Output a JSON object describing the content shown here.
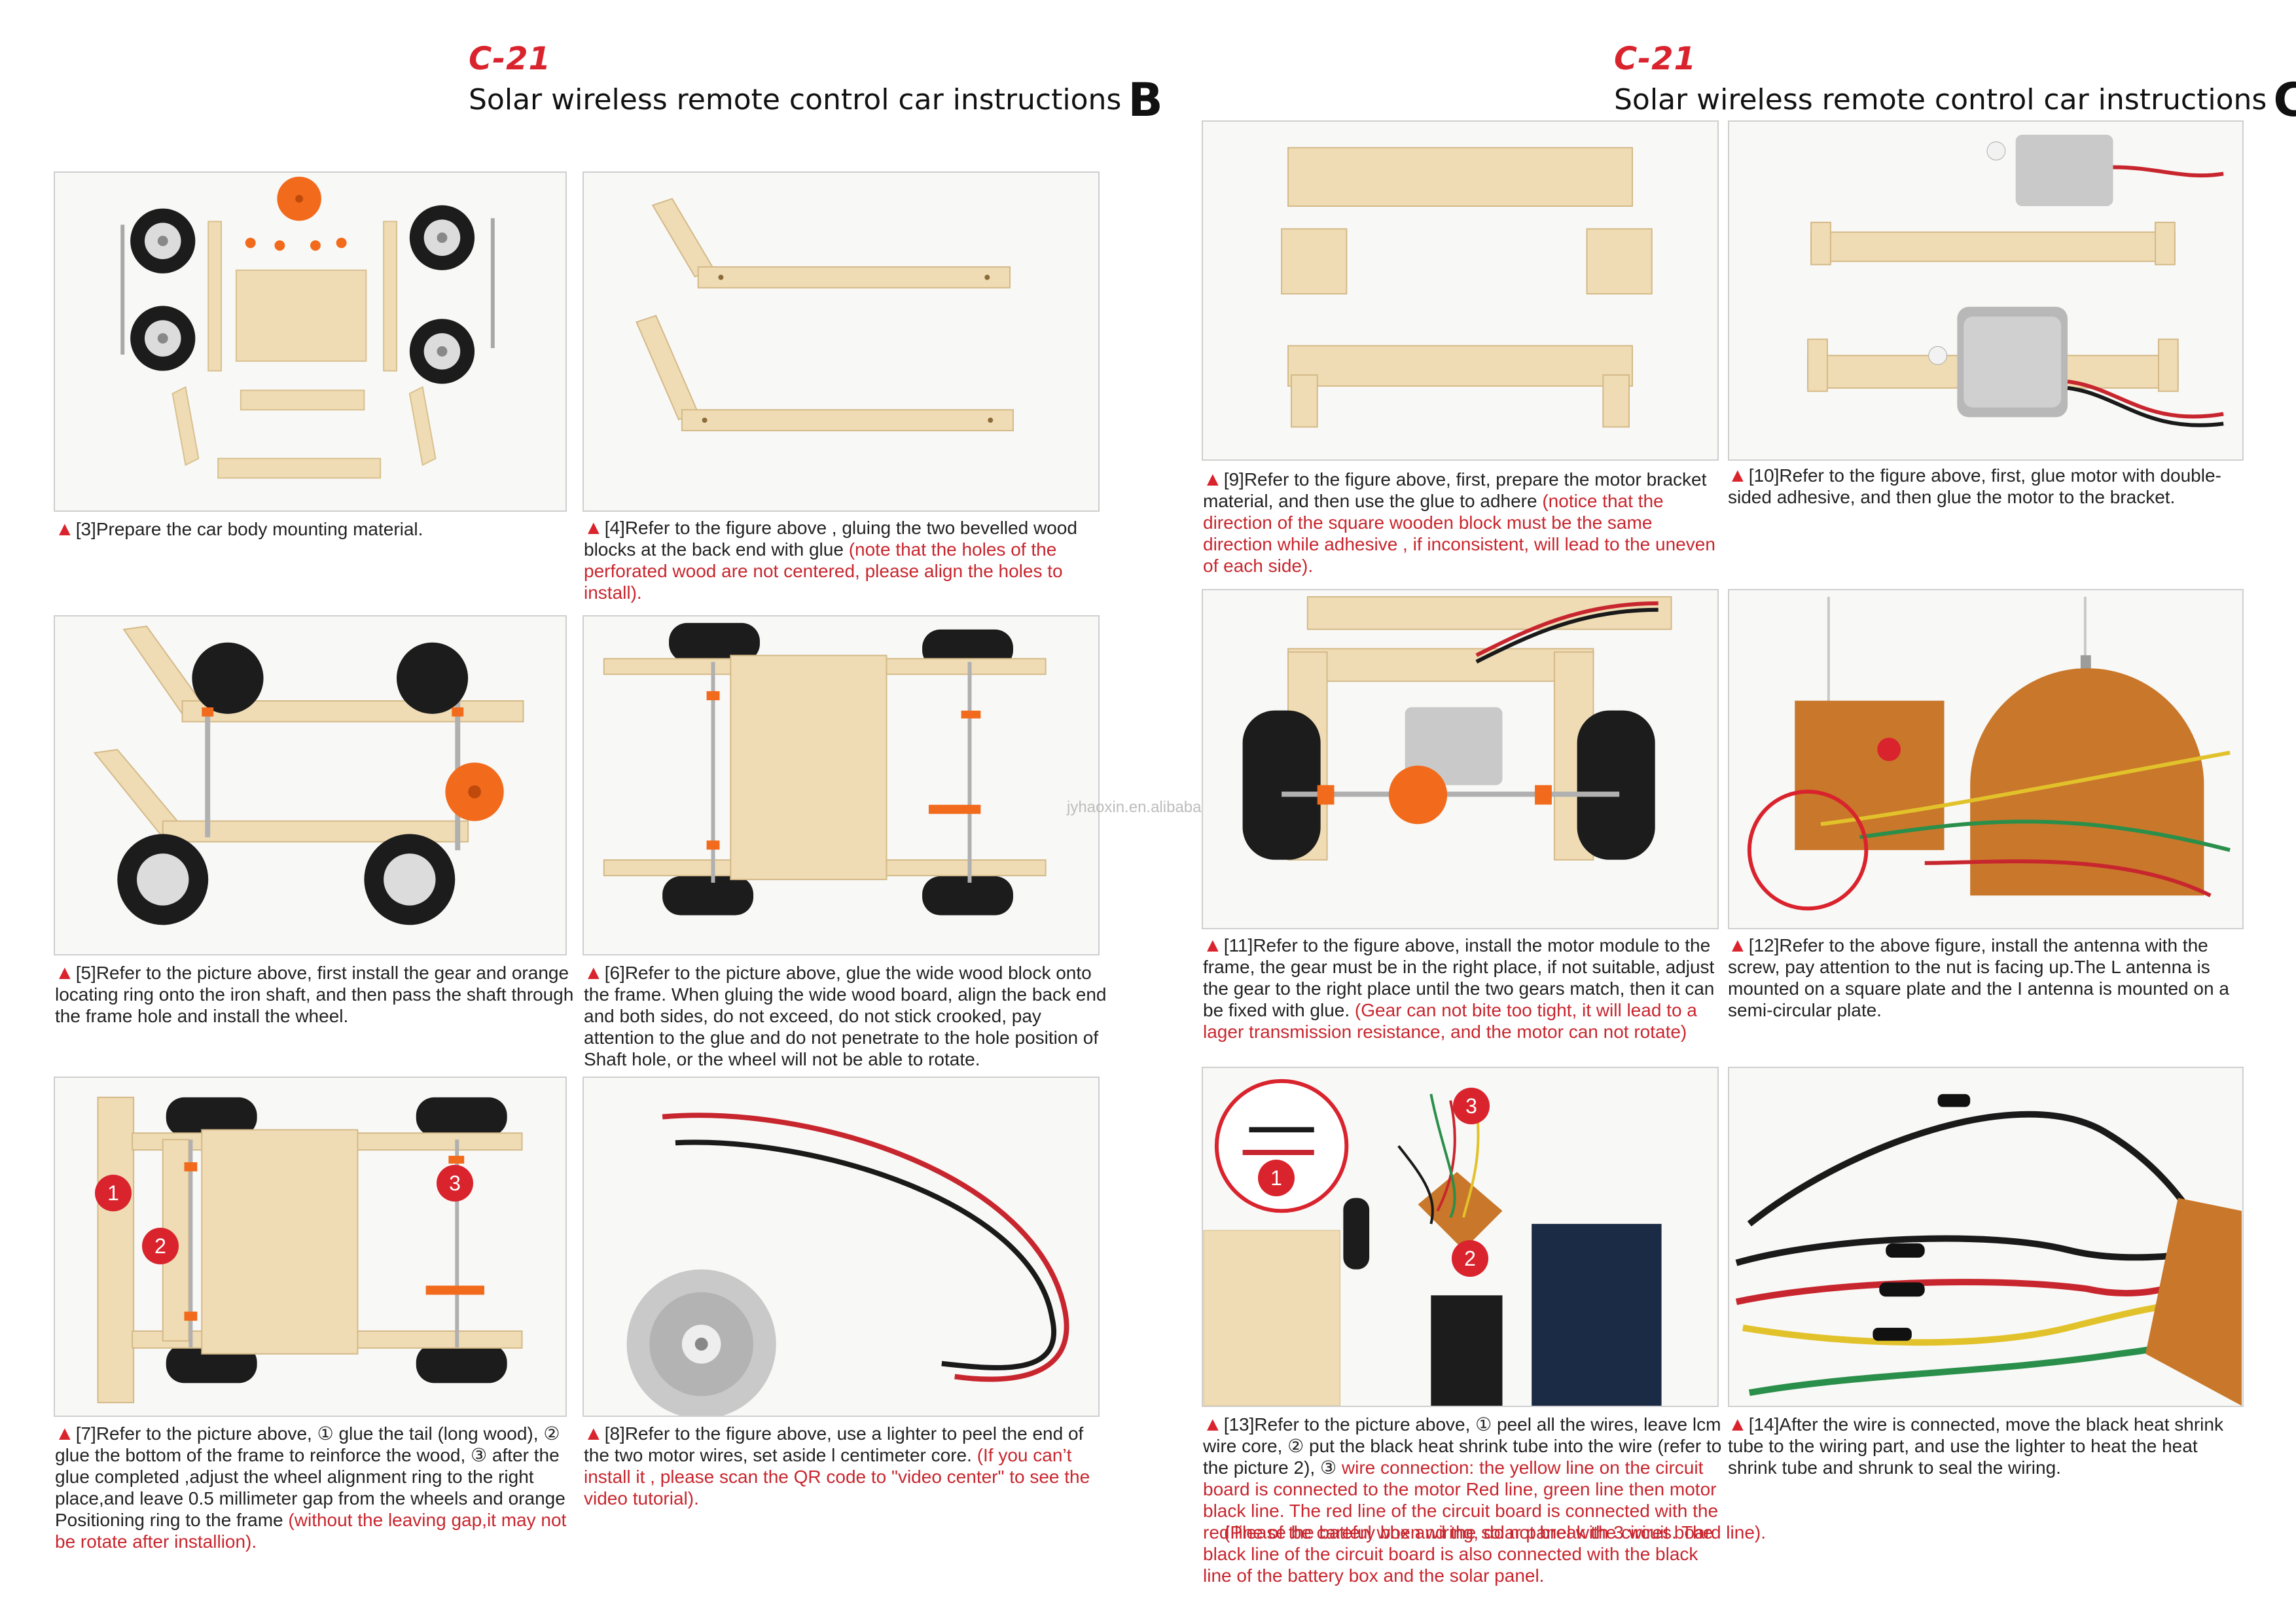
{
  "pages": {
    "left": {
      "brand": "C-21",
      "title": "Solar wireless remote control car instructions",
      "letter": "B"
    },
    "right": {
      "brand": "C-21",
      "title": "Solar wireless remote control car instructions",
      "letter": "C"
    }
  },
  "watermark": "jyhaoxin.en.alibaba.com",
  "steps": {
    "s3": {
      "text": "[3]Prepare the car body mounting material."
    },
    "s4": {
      "text": "[4]Refer to the figure above , gluing the two bevelled wood blocks at the back end with glue",
      "red": "(note that the holes of the perforated wood are not centered, please align the holes to install)."
    },
    "s5": {
      "text": "[5]Refer to the picture above, first install the gear and orange locating ring onto the iron shaft, and then pass the shaft through the frame hole and install the wheel."
    },
    "s6": {
      "text": "[6]Refer to the picture above, glue the wide wood block onto the frame. When gluing the wide wood board, align the back end and both sides, do not exceed, do not stick crooked, pay attention to the glue and do not penetrate to the hole position of Shaft hole, or the wheel will not be able to rotate."
    },
    "s7": {
      "text": "[7]Refer to the picture above, ① glue the tail (long wood), ② glue the bottom of the frame to reinforce the wood, ③ after the glue completed ,adjust the wheel alignment ring to the right place,and leave 0.5 millimeter gap from the wheels and orange Positioning ring to the frame",
      "red": "(without the leaving gap,it may not be rotate after installion)."
    },
    "s8": {
      "text": "[8]Refer to the figure above, use a lighter to peel the end of the two motor wires, set aside l centimeter core.",
      "red": "(If you can’t install it , please scan the QR code to \"video center\" to see the video tutorial)."
    },
    "s9": {
      "text": "[9]Refer to the figure above, first, prepare the motor bracket material, and then use the glue to adhere",
      "red": "(notice that the direction of the square wooden block must be the same direction while adhesive , if inconsistent, will lead to the uneven of each side)."
    },
    "s10": {
      "text": "[10]Refer to the figure above, first, glue motor with double-sided adhesive, and then glue the motor to the bracket."
    },
    "s11": {
      "text": "[11]Refer to the figure above, install the motor module to the frame, the gear must be in the right place, if not suitable, adjust the gear to the right place until the two gears match, then it can be fixed with glue.",
      "red": "(Gear can not bite too tight, it will lead to a lager transmission resistance, and the motor can not rotate)"
    },
    "s12": {
      "text": "[12]Refer to the above figure, install the antenna with the screw, pay attention to the nut is facing up.The L antenna is mounted on a square plate and the I antenna is mounted on a semi-circular plate."
    },
    "s13": {
      "text": "[13]Refer to the picture above, ① peel all the wires, leave lcm wire core, ② put the black heat shrink tube into the wire (refer to the picture 2), ③",
      "red": "wire connection: the yellow line on the circuit board is connected to the motor Red line, green line then motor black line. The red line of the circuit board is connected with the red line of the battery box and the solar panel with 3 wires. The black line of the circuit board is also connected with the black line of the battery box and the solar panel.",
      "tail": "(Please be careful when wiring, do not break the circuit board line)."
    },
    "s14": {
      "text": "[14]After the wire is connected, move the black heat shrink tube to the wiring part, and use the lighter to heat the heat shrink tube and shrunk to seal the wiring."
    }
  },
  "markers": {
    "one": "1",
    "two": "2",
    "three": "3"
  },
  "colors": {
    "accent": "#d9232d",
    "wood": "#efdcb4",
    "wheel": "#1c1c1c",
    "gear": "#f26a1b"
  }
}
